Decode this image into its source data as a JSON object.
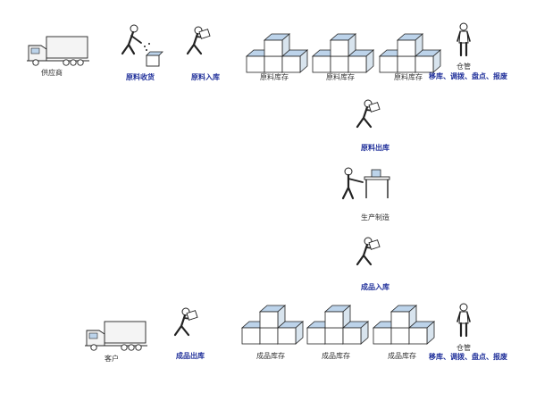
{
  "inbound": {
    "supplier": "供应商",
    "material_receiving": "原料收货",
    "material_inbound": "原料入库",
    "material_stock_1": "原料库存",
    "material_stock_2": "原料库存",
    "material_stock_3": "原料库存",
    "warehouse_keeper": "仓管",
    "keeper_ops": "移库、调拨、盘点、报废"
  },
  "process": {
    "material_outbound": "原料出库",
    "production": "生产制造",
    "product_inbound": "成品入库"
  },
  "outbound": {
    "customer": "客户",
    "product_outbound": "成品出库",
    "product_stock_1": "成品库存",
    "product_stock_2": "成品库存",
    "product_stock_3": "成品库存",
    "warehouse_keeper": "仓管",
    "keeper_ops": "移库、调拨、盘点、报废"
  },
  "colors": {
    "cube_top": "#bcd3ea",
    "cube_side": "#d8e4ee",
    "cube_front": "#ffffff",
    "line": "#222222",
    "highlight_text": "#1f2f9a",
    "normal_text": "#333333"
  }
}
